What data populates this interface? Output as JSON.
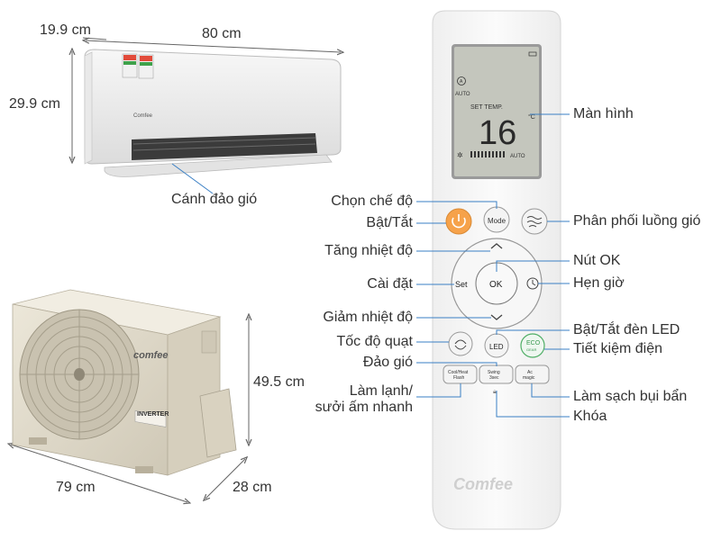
{
  "indoor_unit": {
    "depth": "19.9 cm",
    "width": "80 cm",
    "height": "29.9 cm",
    "brand": "Comfee",
    "louver_label": "Cánh đảo gió"
  },
  "outdoor_unit": {
    "width": "79 cm",
    "depth": "28 cm",
    "height": "49.5 cm",
    "brand": "comfee",
    "inverter_badge": "INVERTER"
  },
  "remote": {
    "brand": "Comfee",
    "display": {
      "mode_text": "AUTO",
      "set_temp_label": "SET TEMP.",
      "temperature": "16",
      "unit": "°C",
      "fan_text": "AUTO"
    },
    "buttons": {
      "mode": "Mode",
      "set": "Set",
      "ok": "OK",
      "led": "LED",
      "eco": "ECO",
      "eco_sub": "GEAR",
      "coolheat_line1": "Cool/Heat",
      "coolheat_line2": "Flash",
      "swing_line1": "Swing",
      "swing_line2": "3sec",
      "ac_line1": "Ac",
      "ac_line2": "magic"
    }
  },
  "callouts": {
    "left": {
      "mode": "Chọn chế độ",
      "power": "Bật/Tắt",
      "temp_up": "Tăng nhiệt độ",
      "set": "Cài đặt",
      "temp_down": "Giảm nhiệt độ",
      "fan_speed": "Tốc độ quạt",
      "swing": "Đảo gió",
      "coolheat_line1": "Làm lạnh/",
      "coolheat_line2": "sưởi ấm nhanh"
    },
    "right": {
      "screen": "Màn hình",
      "airflow": "Phân phối luồng gió",
      "ok": "Nút OK",
      "timer": "Hẹn giờ",
      "led": "Bật/Tắt đèn LED",
      "eco": "Tiết kiệm điện",
      "clean": "Làm sạch bụi bẩn",
      "lock": "Khóa"
    }
  },
  "colors": {
    "power_button": "#f6a24a",
    "eco_button": "#4fae66",
    "outdoor_body": "#e6e0d0",
    "leader_line": "#3a7fc4"
  }
}
